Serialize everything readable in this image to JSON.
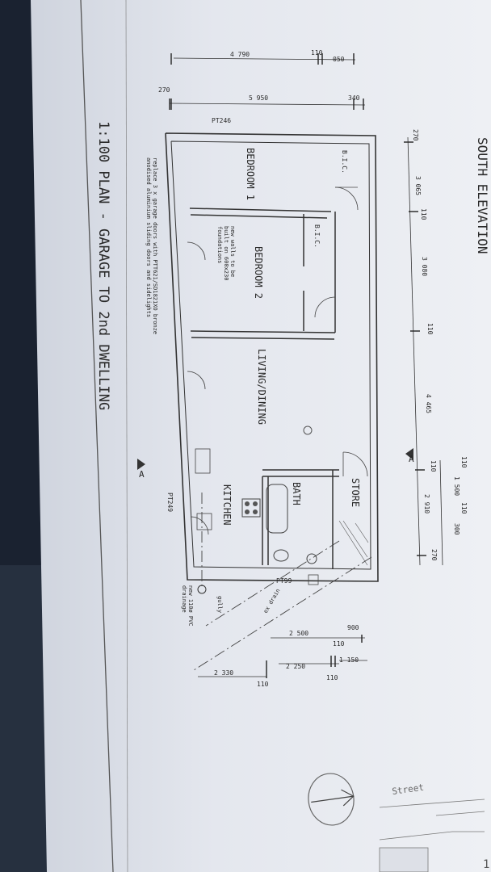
{
  "drawing": {
    "title": "1:100 PLAN - GARAGE TO 2nd DWELLING",
    "elevation_title": "SOUTH ELEVATION",
    "rooms": {
      "bedroom1": "BEDROOM 1",
      "bedroom2": "BEDROOM 2",
      "living": "LIVING/DINING",
      "kitchen": "KITCHEN",
      "bath": "BATH",
      "store": "STORE",
      "bic1": "B.I.C.",
      "bic2": "B.I.C."
    },
    "notes": {
      "walls": [
        "new walls to be",
        "built on 600x230",
        "foundations"
      ],
      "garage": [
        "replace 3 x garage doors with PTT621/SD1821XO bronze",
        "anodised aluminium sliding doors and sidelights"
      ],
      "drain1": "ex drain",
      "drain2": "new 110ø PVC",
      "drain3": "drainage",
      "gully": "gully",
      "pt_a": "PT246",
      "pt_b": "PT249",
      "pt_c": "PT99",
      "section": "A"
    },
    "dims_top": [
      "4 790",
      "110",
      "050",
      "5 950",
      "340",
      "270"
    ],
    "dims_right": [
      "270",
      "3 065",
      "110",
      "3 080",
      "110",
      "4 465",
      "110",
      "2 910",
      "270",
      "110",
      "1 500",
      "110",
      "300"
    ],
    "dims_bottom": [
      "2 500",
      "900",
      "110",
      "2 250",
      "1 150",
      "2 330",
      "110",
      "110"
    ],
    "street": "Street",
    "page_num": "1"
  }
}
